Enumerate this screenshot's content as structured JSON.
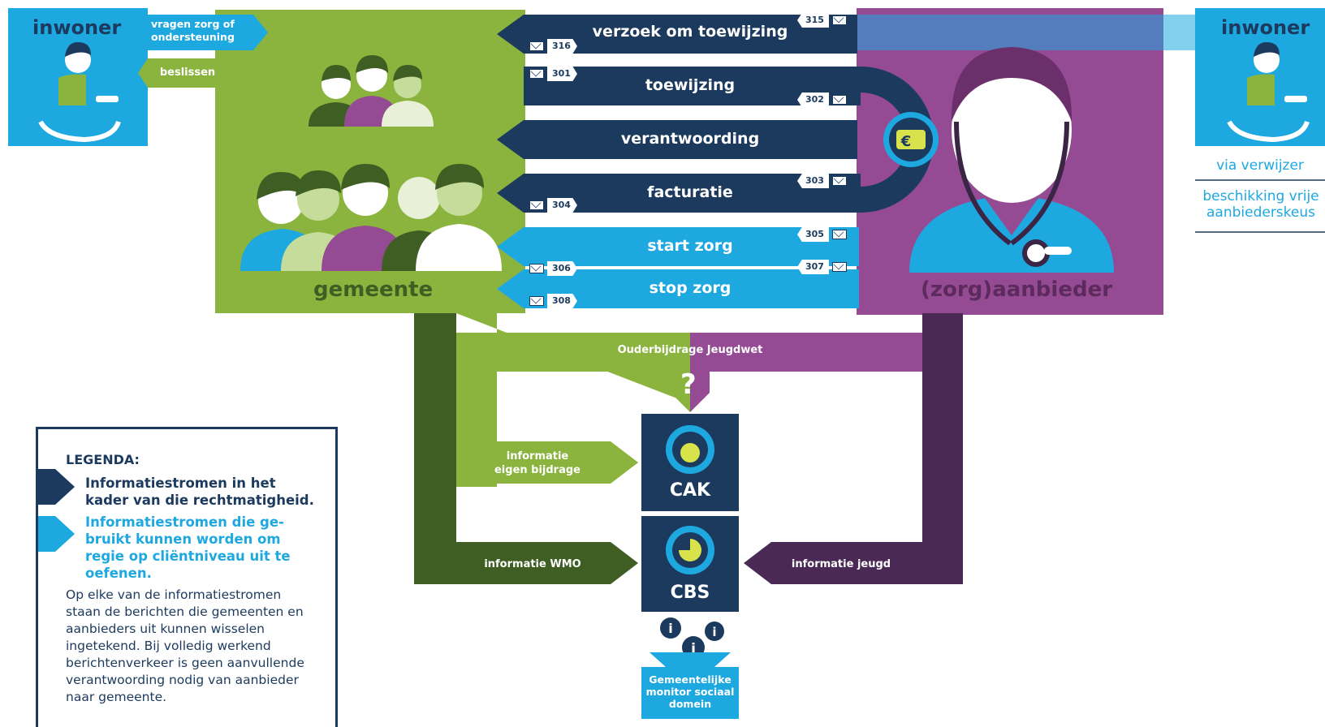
{
  "colors": {
    "dark_navy": "#1b3a5e",
    "light_blue": "#1ea8e0",
    "lime": "#8ab43e",
    "dark_green": "#3e5e23",
    "purple": "#944b93",
    "dark_purple": "#4a2a55",
    "white": "#ffffff"
  },
  "inwoner_left": {
    "title": "inwoner"
  },
  "inwoner_right": {
    "title": "inwoner",
    "via": "via verwijzer",
    "beschikking": "beschikking vrije aanbiederskeus"
  },
  "arrows_left": {
    "vragen": "vragen zorg of ondersteuning",
    "beslissen": "beslissen"
  },
  "gemeente": {
    "label": "gemeente"
  },
  "aanbieder": {
    "label": "(zorg)aanbieder"
  },
  "flows": [
    {
      "label": "verzoek om toewijzing",
      "codes": [
        "315",
        "316"
      ]
    },
    {
      "label": "toewijzing",
      "codes": [
        "301",
        "302"
      ]
    },
    {
      "label": "verantwoording",
      "codes": []
    },
    {
      "label": "facturatie",
      "codes": [
        "303",
        "304"
      ]
    },
    {
      "label": "start zorg",
      "codes": [
        "305",
        "306"
      ]
    },
    {
      "label": "stop zorg",
      "codes": [
        "307",
        "308"
      ]
    }
  ],
  "ouderbijdrage": "Ouderbijdrage Jeugdwet",
  "question_mark": "?",
  "info_eigen_bijdrage": "informatie eigen bijdrage",
  "info_wmo": "informatie WMO",
  "info_jeugd": "informatie jeugd",
  "cak": {
    "label": "CAK"
  },
  "cbs": {
    "label": "CBS"
  },
  "monitor": {
    "label": "Gemeentelijke monitor sociaal domein"
  },
  "legend": {
    "title": "LEGENDA:",
    "dark": "Informatiestromen in het kader van die rechtmatigheid.",
    "light": "Informatiestromen die ge-bruikt kunnen worden om regie op cliëntniveau uit te oefenen.",
    "body": "Op elke van de informatiestromen staan de berichten die gemeenten en aanbieders uit kunnen wisselen ingetekend. Bij volledig werkend berichtenverkeer is geen aanvullende verantwoording nodig van aanbieder naar gemeente."
  }
}
